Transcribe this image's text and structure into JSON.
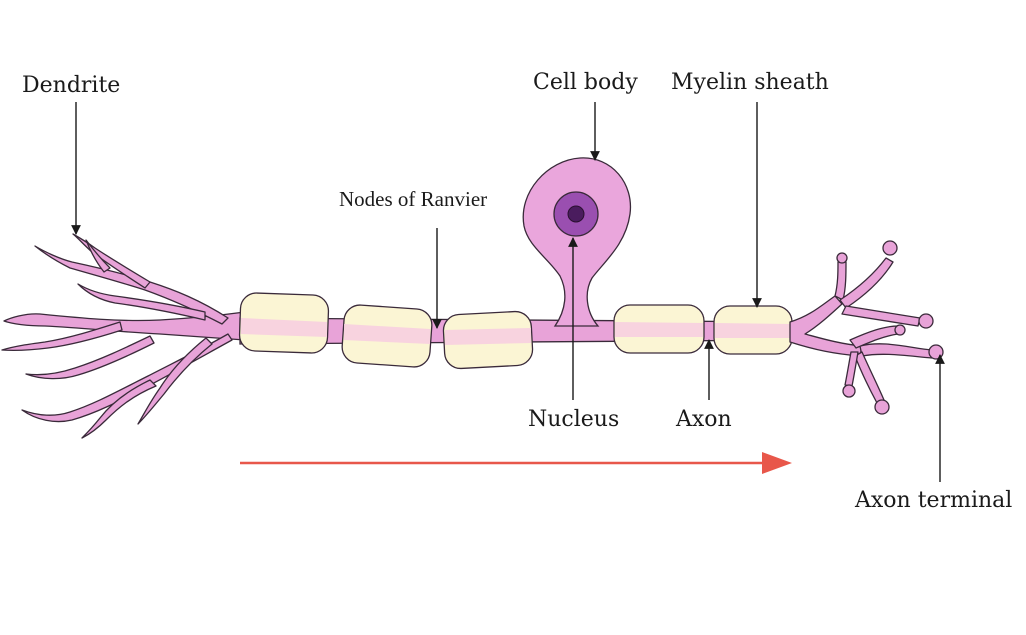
{
  "labels": {
    "dendrite": "Dendrite",
    "cell_body": "Cell body",
    "myelin_sheath": "Myelin sheath",
    "nodes_of_ranvier": "Nodes of Ranvier",
    "nucleus": "Nucleus",
    "axon": "Axon",
    "axon_terminal": "Axon terminal"
  },
  "colors": {
    "neuron_fill": "#e8a3d8",
    "neuron_outline": "#3a2a3a",
    "cell_body_fill": "#eaa6dc",
    "nucleus_fill": "#9a4fb0",
    "nucleolus_fill": "#4a1c5e",
    "myelin_fill": "#fbf5d4",
    "axon_core_in_myelin": "#f7cde0",
    "signal_arrow": "#e8574a"
  }
}
